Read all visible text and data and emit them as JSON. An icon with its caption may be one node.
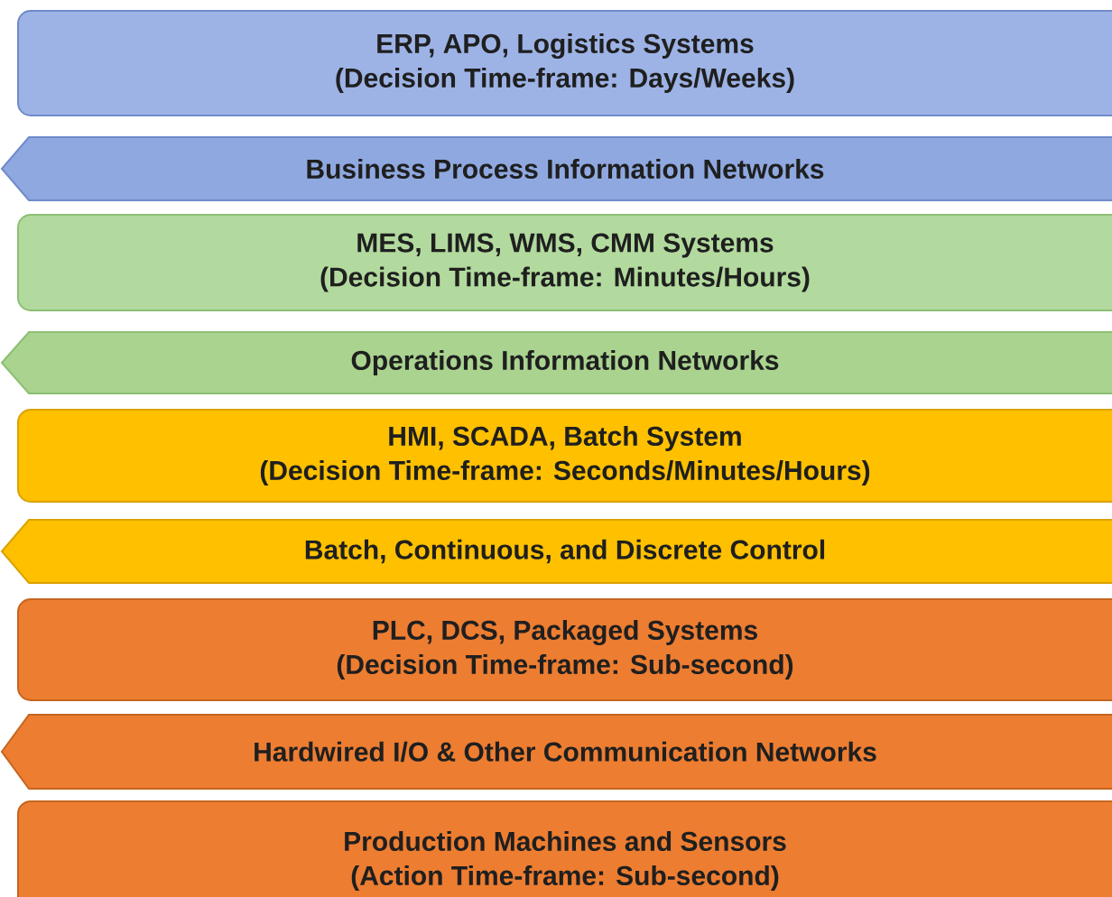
{
  "diagram": {
    "nodes": [
      {
        "text": [
          "ERP, APO, Logistics Systems",
          "(Decision Time-frame: Days/Weeks)"
        ]
      },
      {
        "text": [
          "Business Process Information Networks"
        ]
      },
      {
        "text": [
          "MES, LIMS, WMS, CMM Systems",
          "(Decision Time-frame: Minutes/Hours)"
        ]
      },
      {
        "text": [
          "Operations Information Networks"
        ]
      },
      {
        "text": [
          "HMI, SCADA, Batch System",
          "(Decision Time-frame: Seconds/Minutes/Hours)"
        ]
      },
      {
        "text": [
          "Batch, Continuous, and Discrete Control"
        ]
      },
      {
        "text": [
          "PLC, DCS, Packaged Systems",
          "(Decision Time-frame: Sub-second)"
        ]
      },
      {
        "text": [
          "Hardwired I/O & Other Communication Networks"
        ]
      },
      {
        "text": [
          "Production Machines and Sensors",
          "(Action Time-frame: Sub-second)"
        ]
      }
    ]
  }
}
